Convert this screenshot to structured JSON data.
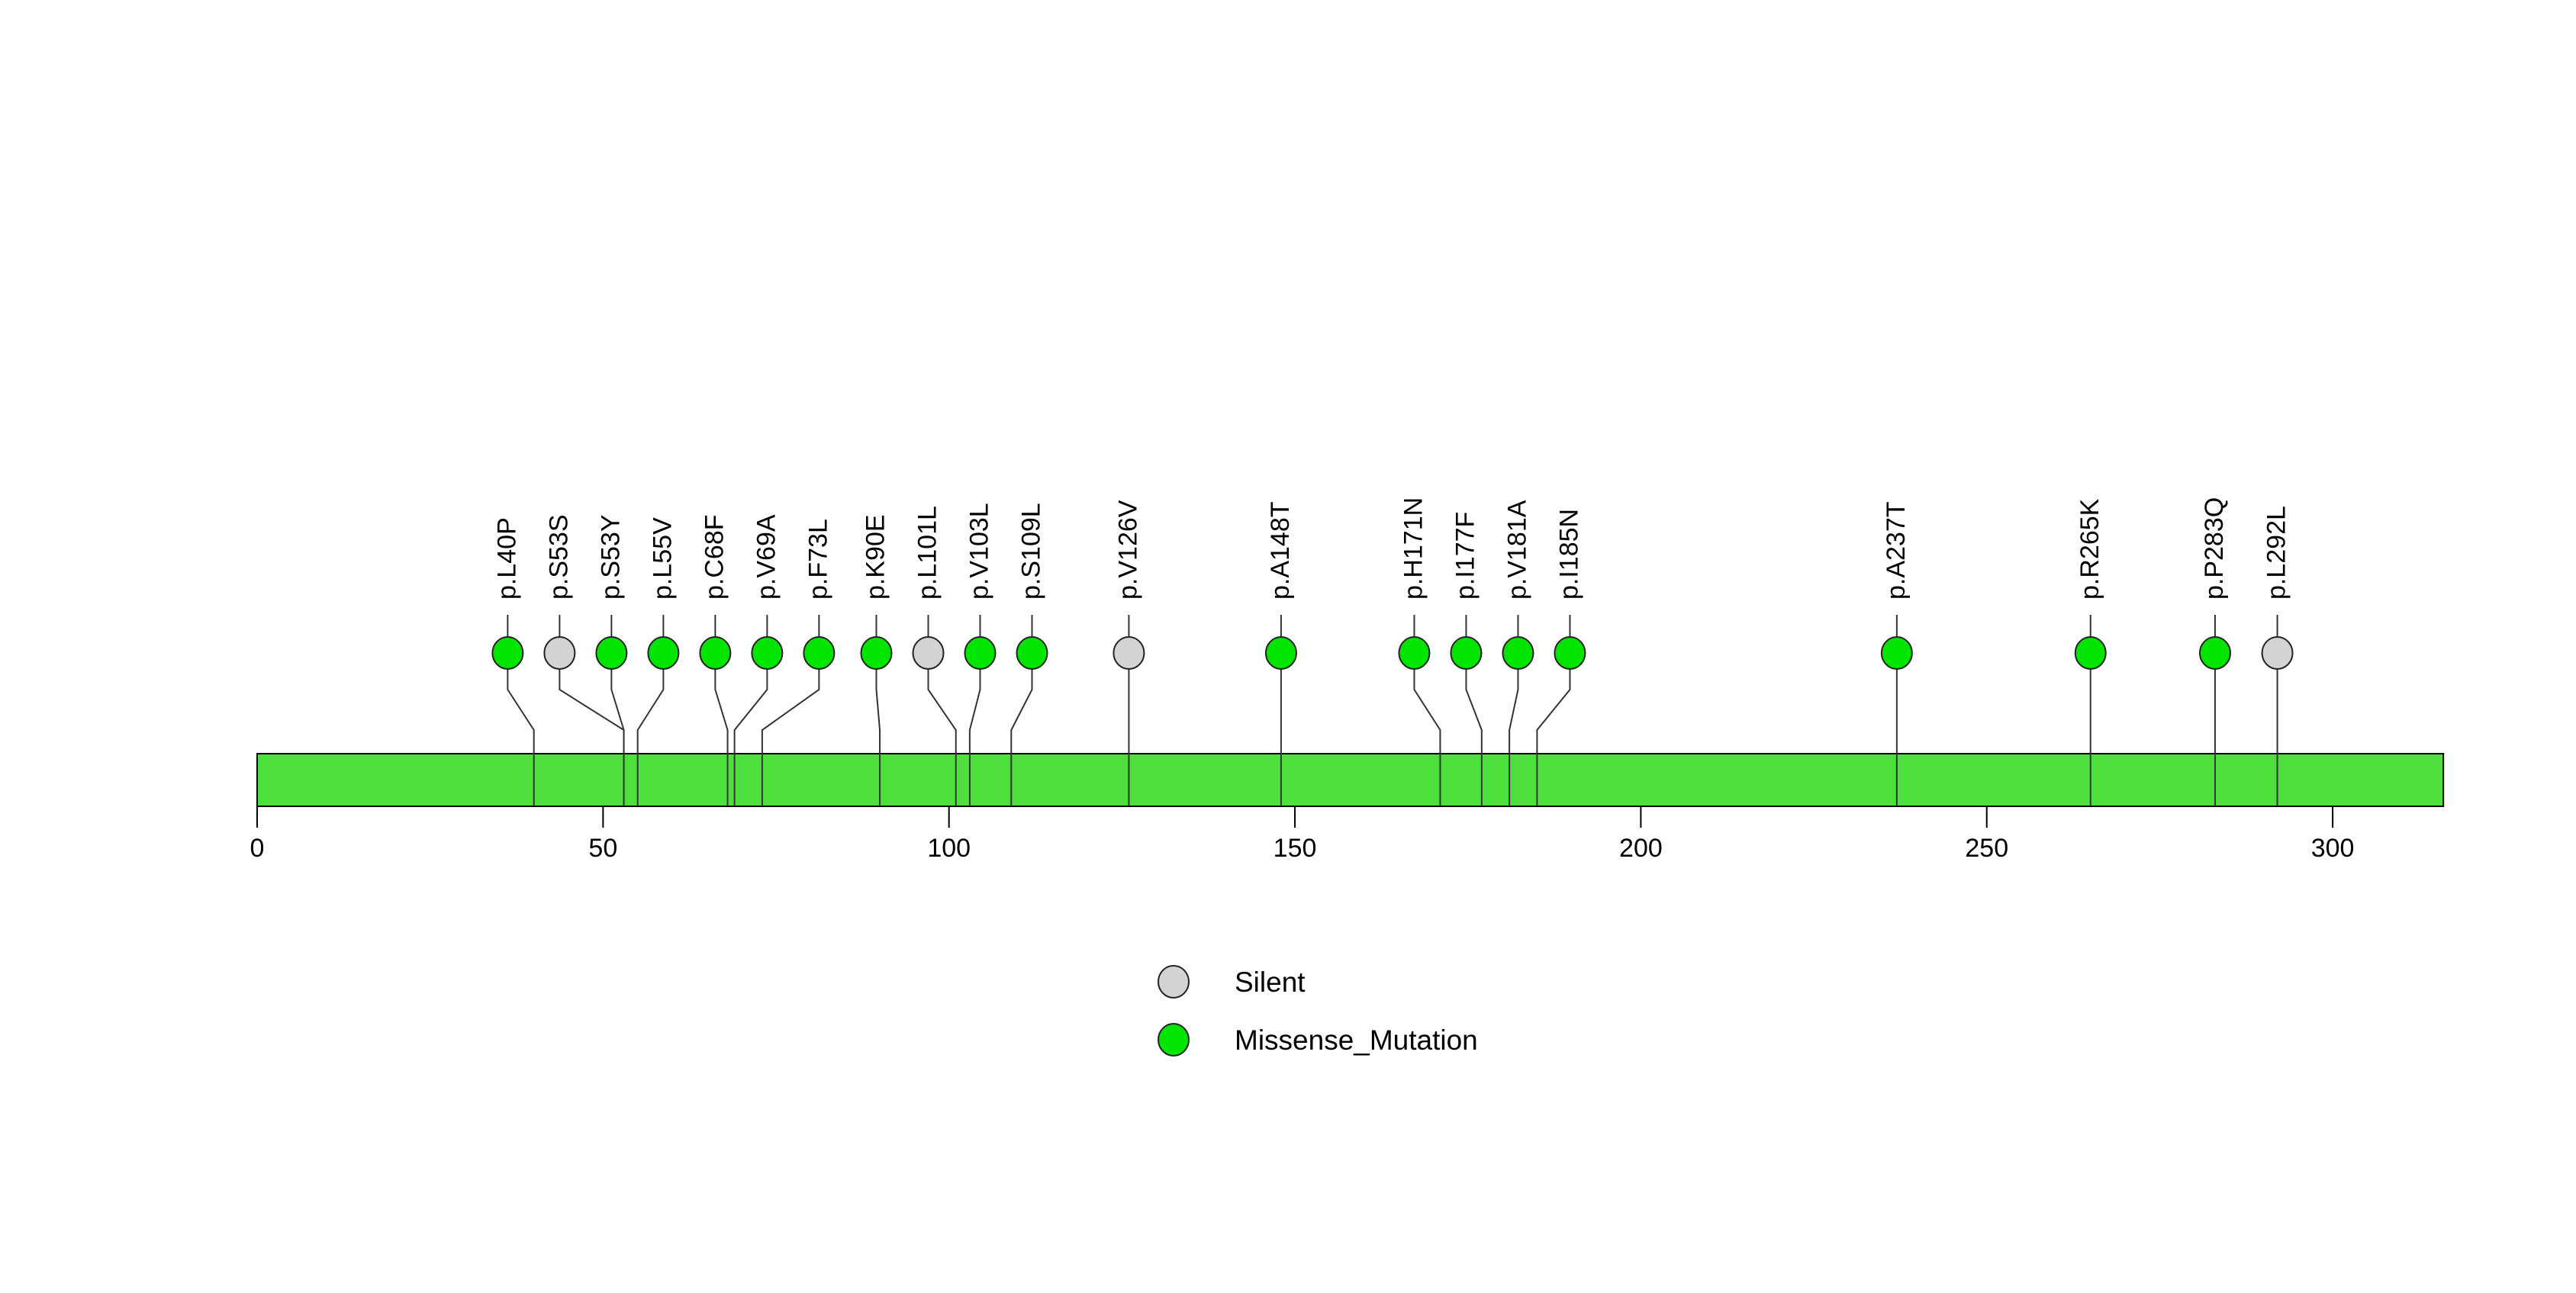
{
  "colors": {
    "bar": "#4de03c",
    "missense": "#00e400",
    "silent": "#d3d3d3",
    "connector": "#333333",
    "circle_stroke": "#222222",
    "axis": "#000000",
    "text": "#000000",
    "background": "#ffffff"
  },
  "chart_data": {
    "type": "lollipop",
    "description": "Protein mutation lollipop plot",
    "protein_length": 316,
    "axis": {
      "ticks": [
        0,
        50,
        100,
        150,
        200,
        250,
        300
      ],
      "xlim": [
        0,
        316
      ],
      "grid": false
    },
    "legend": {
      "position": "bottom-center",
      "items": [
        {
          "label": "Silent",
          "color_key": "silent"
        },
        {
          "label": "Missense_Mutation",
          "color_key": "missense"
        }
      ]
    },
    "mutations": [
      {
        "label": "p.L40P",
        "pos": 40,
        "type": "Missense_Mutation"
      },
      {
        "label": "p.S53S",
        "pos": 53,
        "type": "Silent"
      },
      {
        "label": "p.S53Y",
        "pos": 53,
        "type": "Missense_Mutation"
      },
      {
        "label": "p.L55V",
        "pos": 55,
        "type": "Missense_Mutation"
      },
      {
        "label": "p.C68F",
        "pos": 68,
        "type": "Missense_Mutation"
      },
      {
        "label": "p.V69A",
        "pos": 69,
        "type": "Missense_Mutation"
      },
      {
        "label": "p.F73L",
        "pos": 73,
        "type": "Missense_Mutation"
      },
      {
        "label": "p.K90E",
        "pos": 90,
        "type": "Missense_Mutation"
      },
      {
        "label": "p.L101L",
        "pos": 101,
        "type": "Silent"
      },
      {
        "label": "p.V103L",
        "pos": 103,
        "type": "Missense_Mutation"
      },
      {
        "label": "p.S109L",
        "pos": 109,
        "type": "Missense_Mutation"
      },
      {
        "label": "p.V126V",
        "pos": 126,
        "type": "Silent"
      },
      {
        "label": "p.A148T",
        "pos": 148,
        "type": "Missense_Mutation"
      },
      {
        "label": "p.H171N",
        "pos": 171,
        "type": "Missense_Mutation"
      },
      {
        "label": "p.I177F",
        "pos": 177,
        "type": "Missense_Mutation"
      },
      {
        "label": "p.V181A",
        "pos": 181,
        "type": "Missense_Mutation"
      },
      {
        "label": "p.I185N",
        "pos": 185,
        "type": "Missense_Mutation"
      },
      {
        "label": "p.A237T",
        "pos": 237,
        "type": "Missense_Mutation"
      },
      {
        "label": "p.R265K",
        "pos": 265,
        "type": "Missense_Mutation"
      },
      {
        "label": "p.P283Q",
        "pos": 283,
        "type": "Missense_Mutation"
      },
      {
        "label": "p.L292L",
        "pos": 292,
        "type": "Silent"
      }
    ]
  }
}
